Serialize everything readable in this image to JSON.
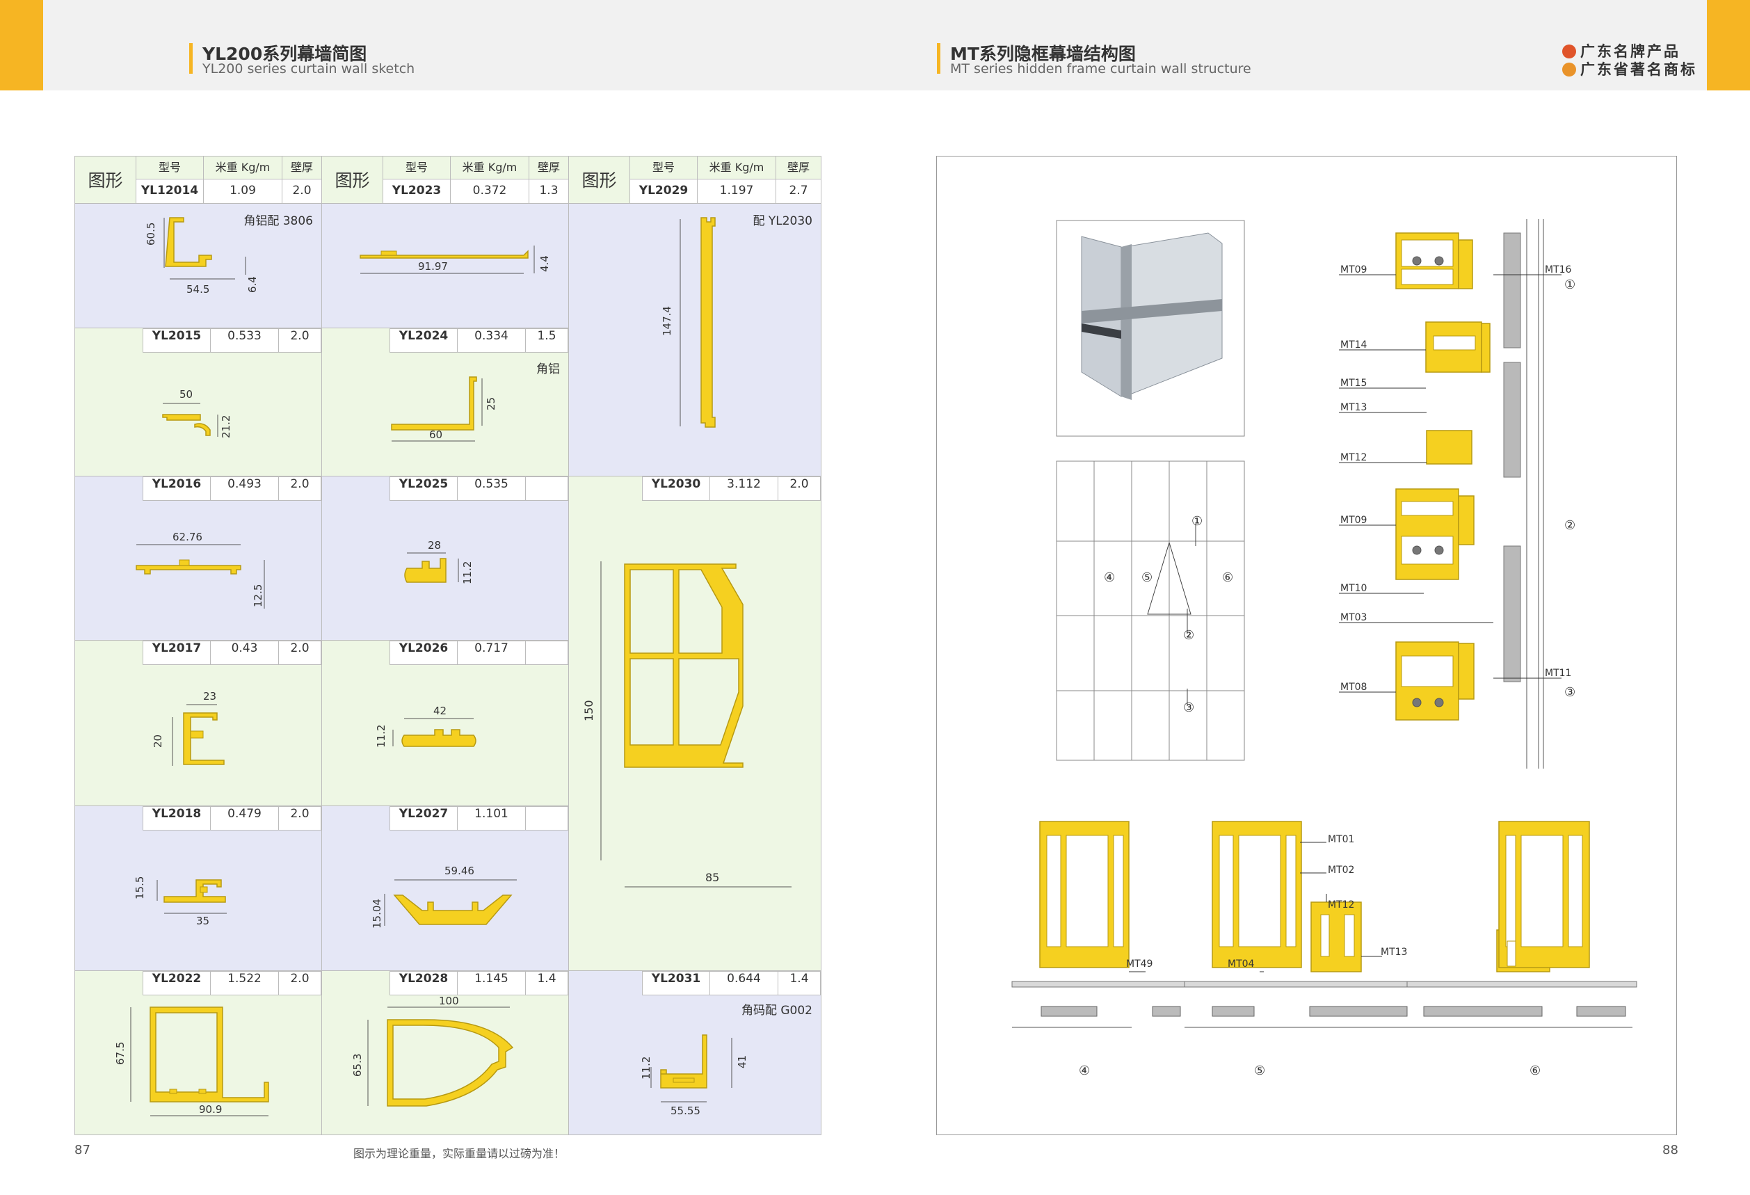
{
  "header": {
    "left_title_zh": "YL200系列幕墙简图",
    "left_title_en": "YL200 series curtain wall sketch",
    "right_title_zh": "MT系列隐框幕墙结构图",
    "right_title_en": "MT series hidden frame curtain wall structure",
    "brand1": "广东名牌产品",
    "brand2": "广东省著名商标"
  },
  "table": {
    "shape_label": "图形",
    "col_model": "型号",
    "col_weight": "米重 Kg/m",
    "col_thick": "壁厚"
  },
  "profiles": {
    "p1": {
      "model": "YL12014",
      "weight": "1.09",
      "thick": "2.0",
      "note": "角铝配 3806",
      "dims": [
        "60.5",
        "54.5",
        "6.4"
      ]
    },
    "p2": {
      "model": "YL2023",
      "weight": "0.372",
      "thick": "1.3",
      "dims": [
        "91.97",
        "4.4"
      ]
    },
    "p3": {
      "model": "YL2029",
      "weight": "1.197",
      "thick": "2.7",
      "note": "配 YL2030",
      "dims": [
        "147.4"
      ]
    },
    "p4": {
      "model": "YL2015",
      "weight": "0.533",
      "thick": "2.0",
      "dims": [
        "50",
        "21.2"
      ]
    },
    "p5": {
      "model": "YL2024",
      "weight": "0.334",
      "thick": "1.5",
      "note": "角铝",
      "dims": [
        "25",
        "60"
      ]
    },
    "p6": {
      "model": "YL2016",
      "weight": "0.493",
      "thick": "2.0",
      "dims": [
        "62.76",
        "12.5"
      ]
    },
    "p7": {
      "model": "YL2025",
      "weight": "0.535",
      "thick": "",
      "dims": [
        "28",
        "11.2"
      ]
    },
    "p8": {
      "model": "YL2030",
      "weight": "3.112",
      "thick": "2.0",
      "dims": [
        "150",
        "85"
      ]
    },
    "p9": {
      "model": "YL2017",
      "weight": "0.43",
      "thick": "2.0",
      "dims": [
        "23",
        "20"
      ]
    },
    "p10": {
      "model": "YL2026",
      "weight": "0.717",
      "thick": "",
      "dims": [
        "42",
        "11.2"
      ]
    },
    "p11": {
      "model": "YL2018",
      "weight": "0.479",
      "thick": "2.0",
      "dims": [
        "15.5",
        "35"
      ]
    },
    "p12": {
      "model": "YL2027",
      "weight": "1.101",
      "thick": "",
      "dims": [
        "59.46",
        "15.04"
      ]
    },
    "p13": {
      "model": "YL2022",
      "weight": "1.522",
      "thick": "2.0",
      "dims": [
        "67.5",
        "90.9"
      ]
    },
    "p14": {
      "model": "YL2028",
      "weight": "1.145",
      "thick": "1.4",
      "dims": [
        "100",
        "65.3"
      ]
    },
    "p15": {
      "model": "YL2031",
      "weight": "0.644",
      "thick": "1.4",
      "note": "角码配 G002",
      "dims": [
        "11.2",
        "41",
        "55.55"
      ]
    }
  },
  "diagram": {
    "labels_top": [
      "MT09",
      "MT16",
      "MT14",
      "MT15",
      "MT13",
      "MT12",
      "MT09",
      "MT10",
      "MT03",
      "MT08",
      "MT11"
    ],
    "circled": [
      "①",
      "②",
      "③",
      "④",
      "⑤",
      "⑥"
    ],
    "labels_bottom": [
      "MT49",
      "MT04",
      "MT01",
      "MT02",
      "MT12",
      "MT13"
    ]
  },
  "footer": {
    "page_left": "87",
    "page_right": "88",
    "note": "图示为理论重量，实际重量请以过磅为准！"
  },
  "colors": {
    "accent": "#f6b523",
    "profile": "#f5d020",
    "profile_stroke": "#b79a12",
    "green_cell": "#eef7e4",
    "blue_cell": "#e5e7f6"
  }
}
